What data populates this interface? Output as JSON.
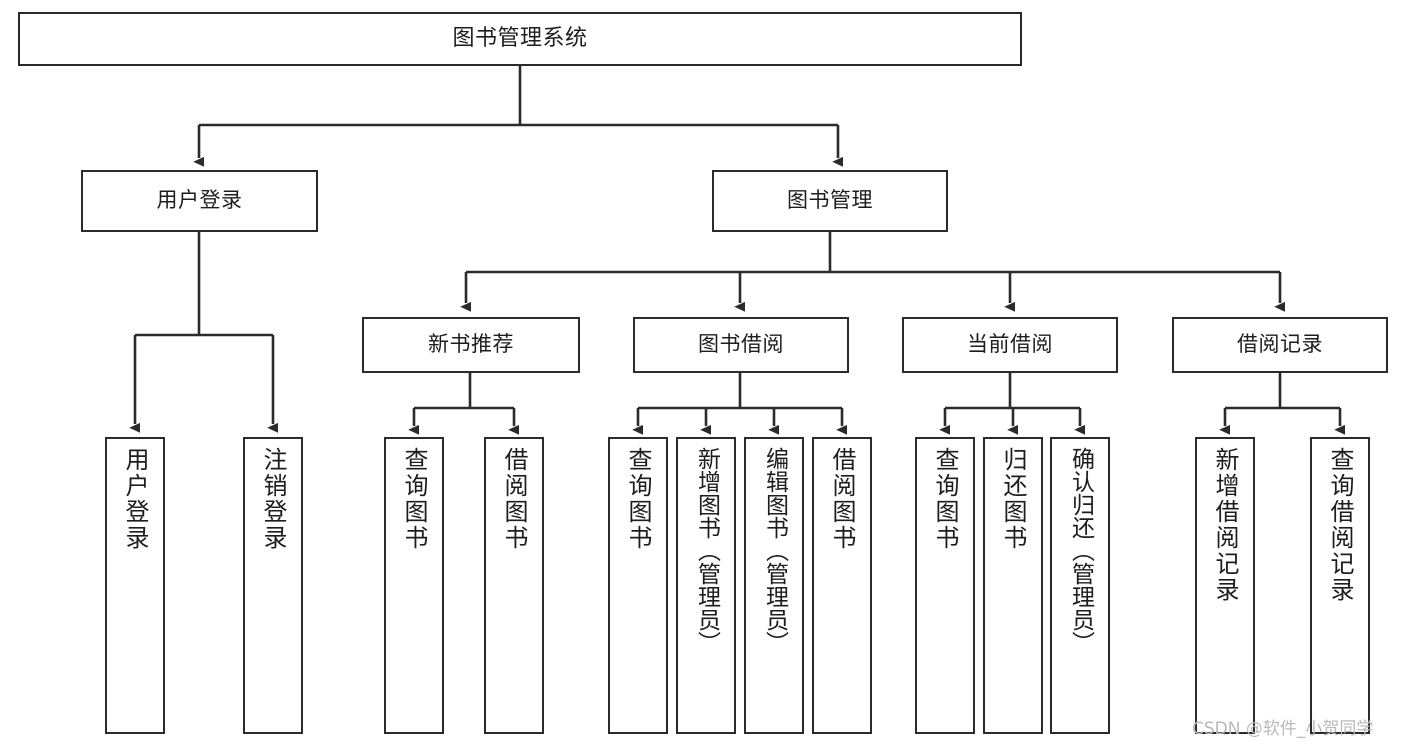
{
  "diagram": {
    "type": "tree",
    "title": "图书管理系统",
    "watermark": "CSDN @软件_小贺同学",
    "colors": {
      "stroke": "#2b2b2b",
      "fill": "#ffffff",
      "text": "#1d1d1d",
      "watermark": "#b9b9b9"
    },
    "nodes": {
      "root": {
        "label": "图书管理系统"
      },
      "level2": [
        {
          "label": "用户登录"
        },
        {
          "label": "图书管理"
        }
      ],
      "level3": [
        {
          "label": "新书推荐"
        },
        {
          "label": "图书借阅"
        },
        {
          "label": "当前借阅"
        },
        {
          "label": "借阅记录"
        }
      ],
      "leaves_user_login": [
        {
          "label": "用户登录"
        },
        {
          "label": "注销登录"
        }
      ],
      "leaves_new_book": [
        {
          "label": "查询图书"
        },
        {
          "label": "借阅图书"
        }
      ],
      "leaves_borrow": [
        {
          "label": "查询图书"
        },
        {
          "label": "新增图书（管理员）"
        },
        {
          "label": "编辑图书（管理员）"
        },
        {
          "label": "借阅图书"
        }
      ],
      "leaves_current": [
        {
          "label": "查询图书"
        },
        {
          "label": "归还图书"
        },
        {
          "label": "确认归还（管理员）"
        }
      ],
      "leaves_record": [
        {
          "label": "新增借阅记录"
        },
        {
          "label": "查询借阅记录"
        }
      ]
    }
  }
}
